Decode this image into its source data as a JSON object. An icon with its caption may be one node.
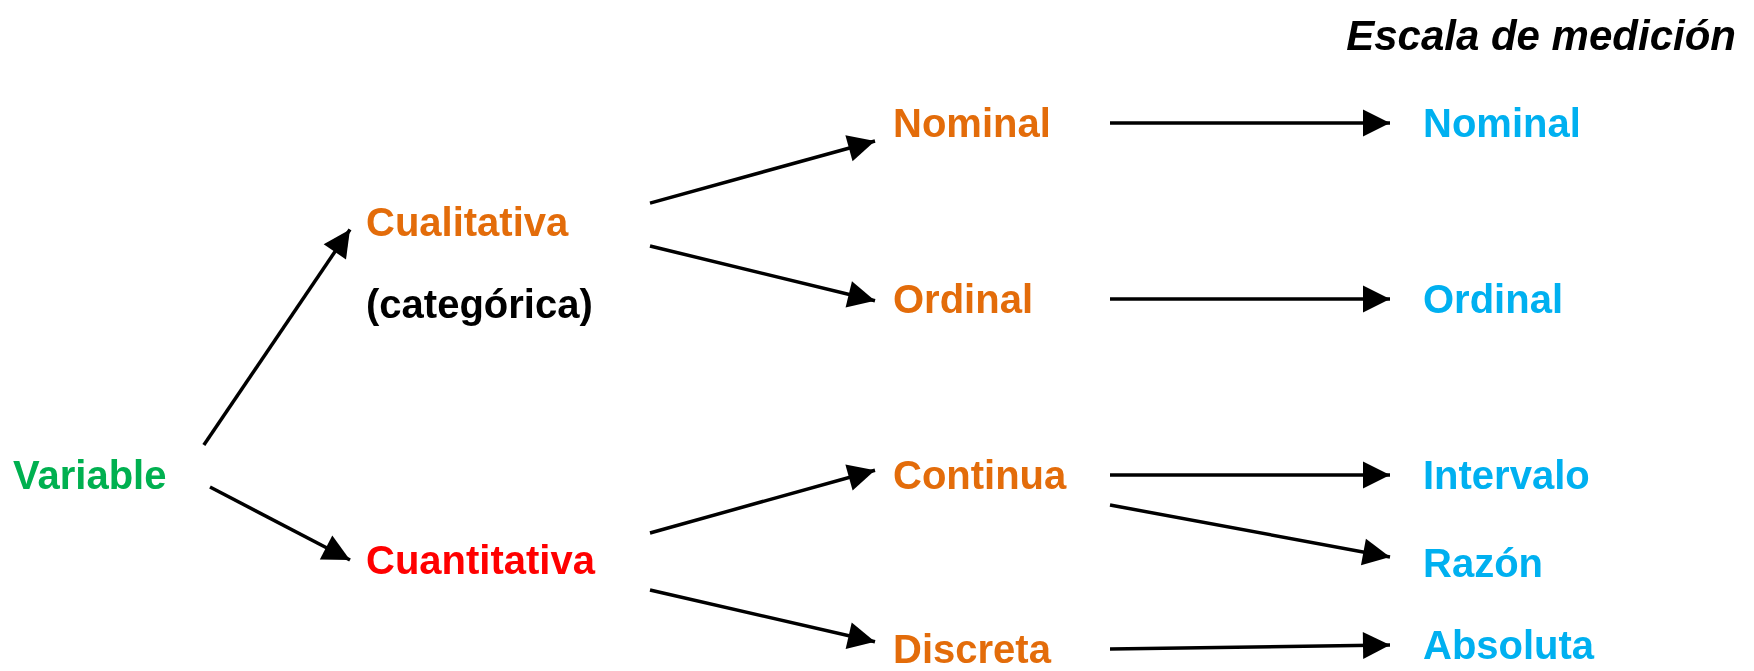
{
  "diagram": {
    "title": "Escala de medición",
    "nodes": [
      {
        "text": [
          "Variable"
        ]
      },
      {
        "text": [
          "Cualitativa",
          "(categórica)"
        ]
      },
      {
        "text": [
          "Cuantitativa"
        ]
      },
      {
        "text": [
          "Nominal"
        ]
      },
      {
        "text": [
          "Ordinal"
        ]
      },
      {
        "text": [
          "Continua"
        ]
      },
      {
        "text": [
          "Discreta"
        ]
      },
      {
        "text": [
          "Nominal"
        ]
      },
      {
        "text": [
          "Ordinal"
        ]
      },
      {
        "text": [
          "Intervalo"
        ]
      },
      {
        "text": [
          "Razón"
        ]
      },
      {
        "text": [
          "Absoluta"
        ]
      }
    ],
    "edges": [
      {
        "from": 0,
        "to": 1,
        "arrow": "to"
      },
      {
        "from": 0,
        "to": 2,
        "arrow": "to"
      },
      {
        "from": 1,
        "to": 3,
        "arrow": "to"
      },
      {
        "from": 1,
        "to": 4,
        "arrow": "to"
      },
      {
        "from": 2,
        "to": 5,
        "arrow": "to"
      },
      {
        "from": 2,
        "to": 6,
        "arrow": "to"
      },
      {
        "from": 3,
        "to": 7,
        "arrow": "to"
      },
      {
        "from": 4,
        "to": 8,
        "arrow": "to"
      },
      {
        "from": 5,
        "to": 9,
        "arrow": "to"
      },
      {
        "from": 5,
        "to": 10,
        "arrow": "to"
      },
      {
        "from": 6,
        "to": 11,
        "arrow": "to"
      }
    ]
  }
}
